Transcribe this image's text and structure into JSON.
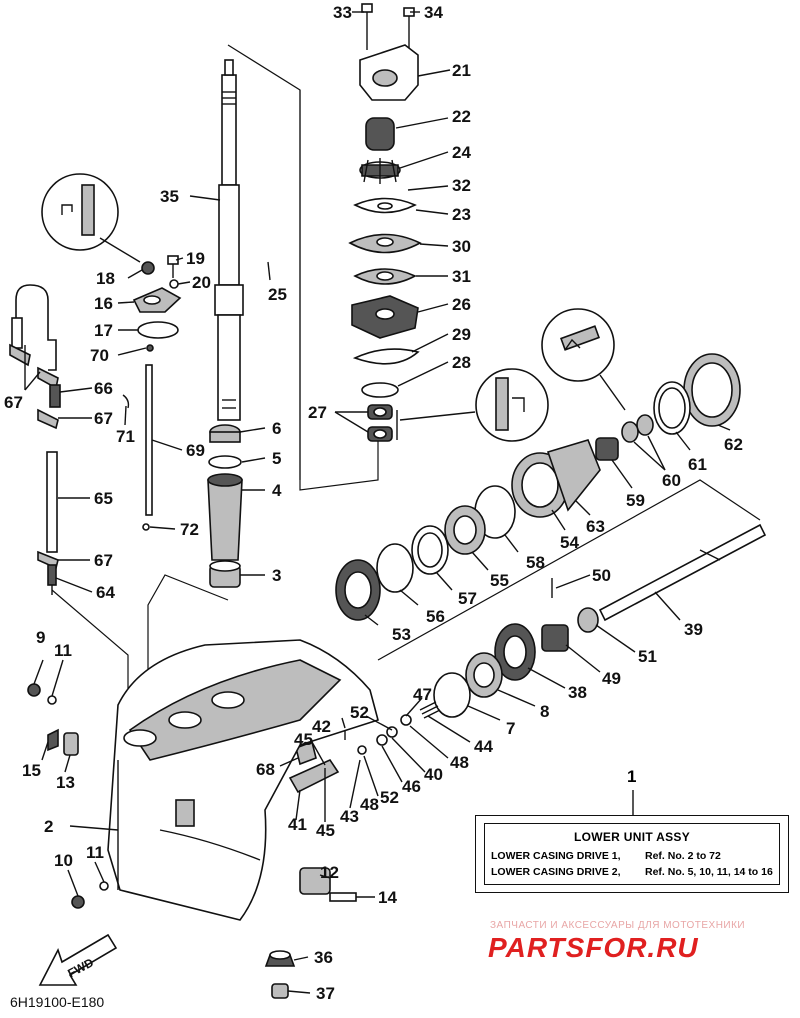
{
  "diagram": {
    "catalog_code": "6H19100-E180",
    "assembly_number": "1",
    "fwd_label": "FWD",
    "legend": {
      "title": "LOWER UNIT ASSY",
      "rows": [
        {
          "name": "LOWER CASING DRIVE 1,",
          "refs": "Ref. No. 2  to  72"
        },
        {
          "name": "LOWER CASING DRIVE 2,",
          "refs": "Ref. No. 5, 10, 11, 14  to  16"
        }
      ]
    },
    "watermark": {
      "caption": "ЗАПЧАСТИ И АКСЕССУАРЫ ДЛЯ МОТОТЕХНИКИ",
      "logo": "PARTSFOR.RU"
    },
    "callouts": {
      "c33": "33",
      "c34": "34",
      "c21": "21",
      "c22": "22",
      "c24": "24",
      "c32": "32",
      "c23": "23",
      "c30": "30",
      "c31": "31",
      "c26": "26",
      "c29": "29",
      "c28": "28",
      "c27": "27",
      "c35": "35",
      "c19": "19",
      "c18": "18",
      "c20": "20",
      "c25": "25",
      "c16": "16",
      "c17": "17",
      "c70": "70",
      "c67a": "67",
      "c66": "66",
      "c67b": "67",
      "c71": "71",
      "c69": "69",
      "c6": "6",
      "c5": "5",
      "c4": "4",
      "c65": "65",
      "c72": "72",
      "c67c": "67",
      "c64": "64",
      "c3": "3",
      "c62": "62",
      "c61": "61",
      "c60": "60",
      "c59": "59",
      "c63": "63",
      "c54": "54",
      "c58": "58",
      "c55": "55",
      "c57": "57",
      "c56": "56",
      "c53": "53",
      "c50": "50",
      "c39": "39",
      "c51": "51",
      "c49": "49",
      "c38": "38",
      "c8": "8",
      "c7": "7",
      "c47": "47",
      "c52a": "52",
      "c44": "44",
      "c48a": "48",
      "c40": "40",
      "c42": "42",
      "c45a": "45",
      "c46": "46",
      "c68": "68",
      "c52b": "52",
      "c48b": "48",
      "c43": "43",
      "c41": "41",
      "c45b": "45",
      "c9": "9",
      "c11a": "11",
      "c15": "15",
      "c13": "13",
      "c2": "2",
      "c10": "10",
      "c11b": "11",
      "c12": "12",
      "c14": "14",
      "c36": "36",
      "c37": "37"
    },
    "colors": {
      "ink": "#111111",
      "watermark_red": "#e02020"
    }
  }
}
